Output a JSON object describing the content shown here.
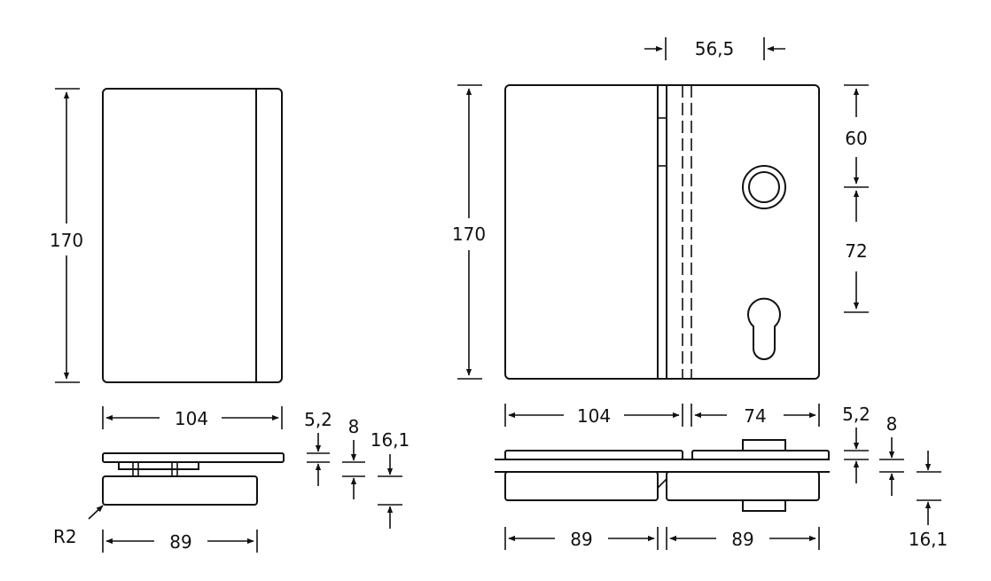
{
  "left_view": {
    "height_label": "170",
    "width_label": "104",
    "depth_label": "89",
    "radius_label": "R2",
    "thickness_1": "5,2",
    "thickness_2": "8",
    "thickness_3": "16,1"
  },
  "right_view": {
    "height_label": "170",
    "gap_label": "56,5",
    "upper_label": "60",
    "lower_label": "72",
    "width_left_label": "104",
    "width_right_label": "74",
    "depth_left_label": "89",
    "depth_right_label": "89",
    "thickness_1": "5,2",
    "thickness_2": "8",
    "thickness_3": "16,1"
  },
  "colors": {
    "line": "#111111",
    "background": "#ffffff"
  }
}
